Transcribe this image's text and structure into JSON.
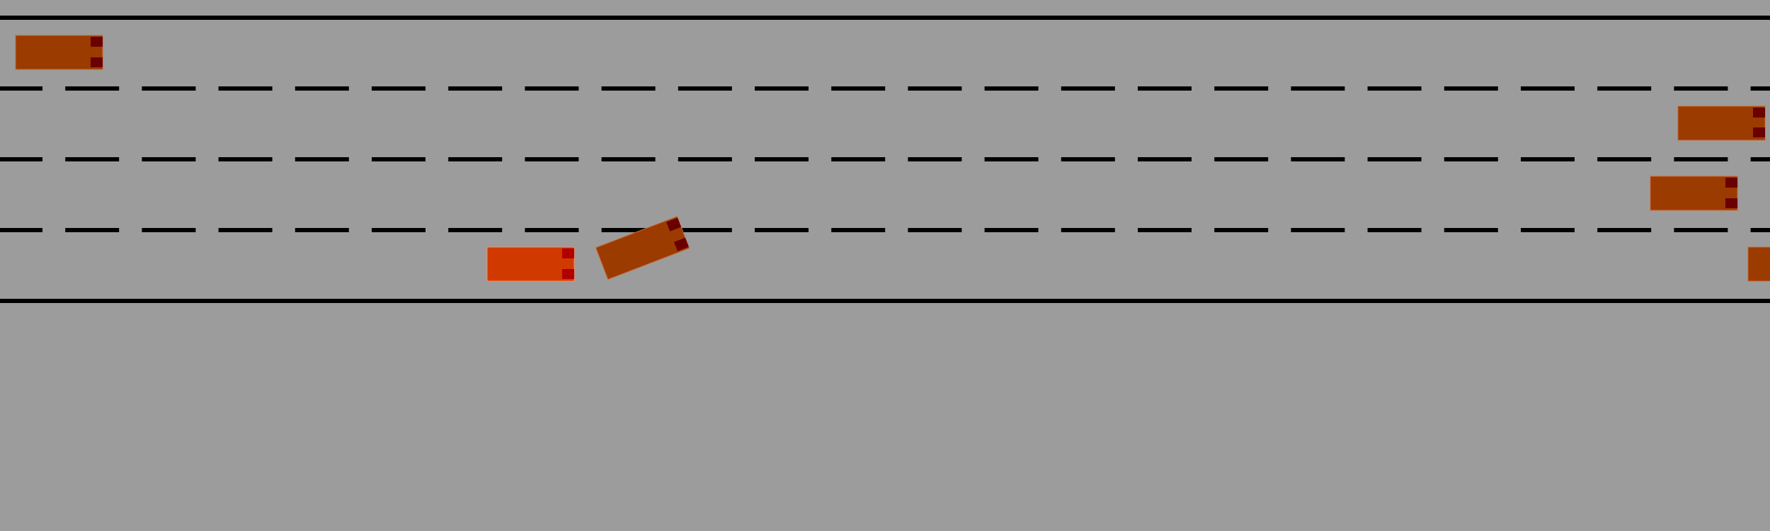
{
  "scene": {
    "background_color": "#9c9c9c",
    "road": {
      "lane_count": 4,
      "edge_line_color": "#000000",
      "lane_marking_style": "dashed",
      "lane_marking_color": "#000000"
    },
    "ego_vehicle": {
      "color": "#d03a00",
      "light_color": "#b00000",
      "lane": 4,
      "heading": "right"
    },
    "other_vehicles": {
      "color": "#9c3b00",
      "light_color": "#6a0000",
      "items": [
        {
          "id": "vehicle-1",
          "lane": 1,
          "heading": "right"
        },
        {
          "id": "vehicle-2",
          "lane": 2,
          "heading": "right"
        },
        {
          "id": "vehicle-3",
          "lane": 3,
          "heading": "right"
        },
        {
          "id": "vehicle-4",
          "lane": 3,
          "heading": "right",
          "changing_lane": true
        },
        {
          "id": "vehicle-5",
          "lane": 4,
          "heading": "right"
        }
      ]
    }
  }
}
